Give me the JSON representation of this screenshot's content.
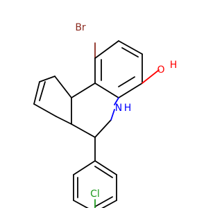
{
  "molecule": {
    "labels": {
      "br": "Br",
      "oh_h": "H",
      "oh_o": "O",
      "n": "N",
      "nh_h": "H",
      "cl": "Cl"
    },
    "colors": {
      "bond": "#000000",
      "br": "#8b2a1f",
      "o": "#ff0000",
      "n": "#0000ff",
      "cl": "#1f9b1f"
    }
  }
}
